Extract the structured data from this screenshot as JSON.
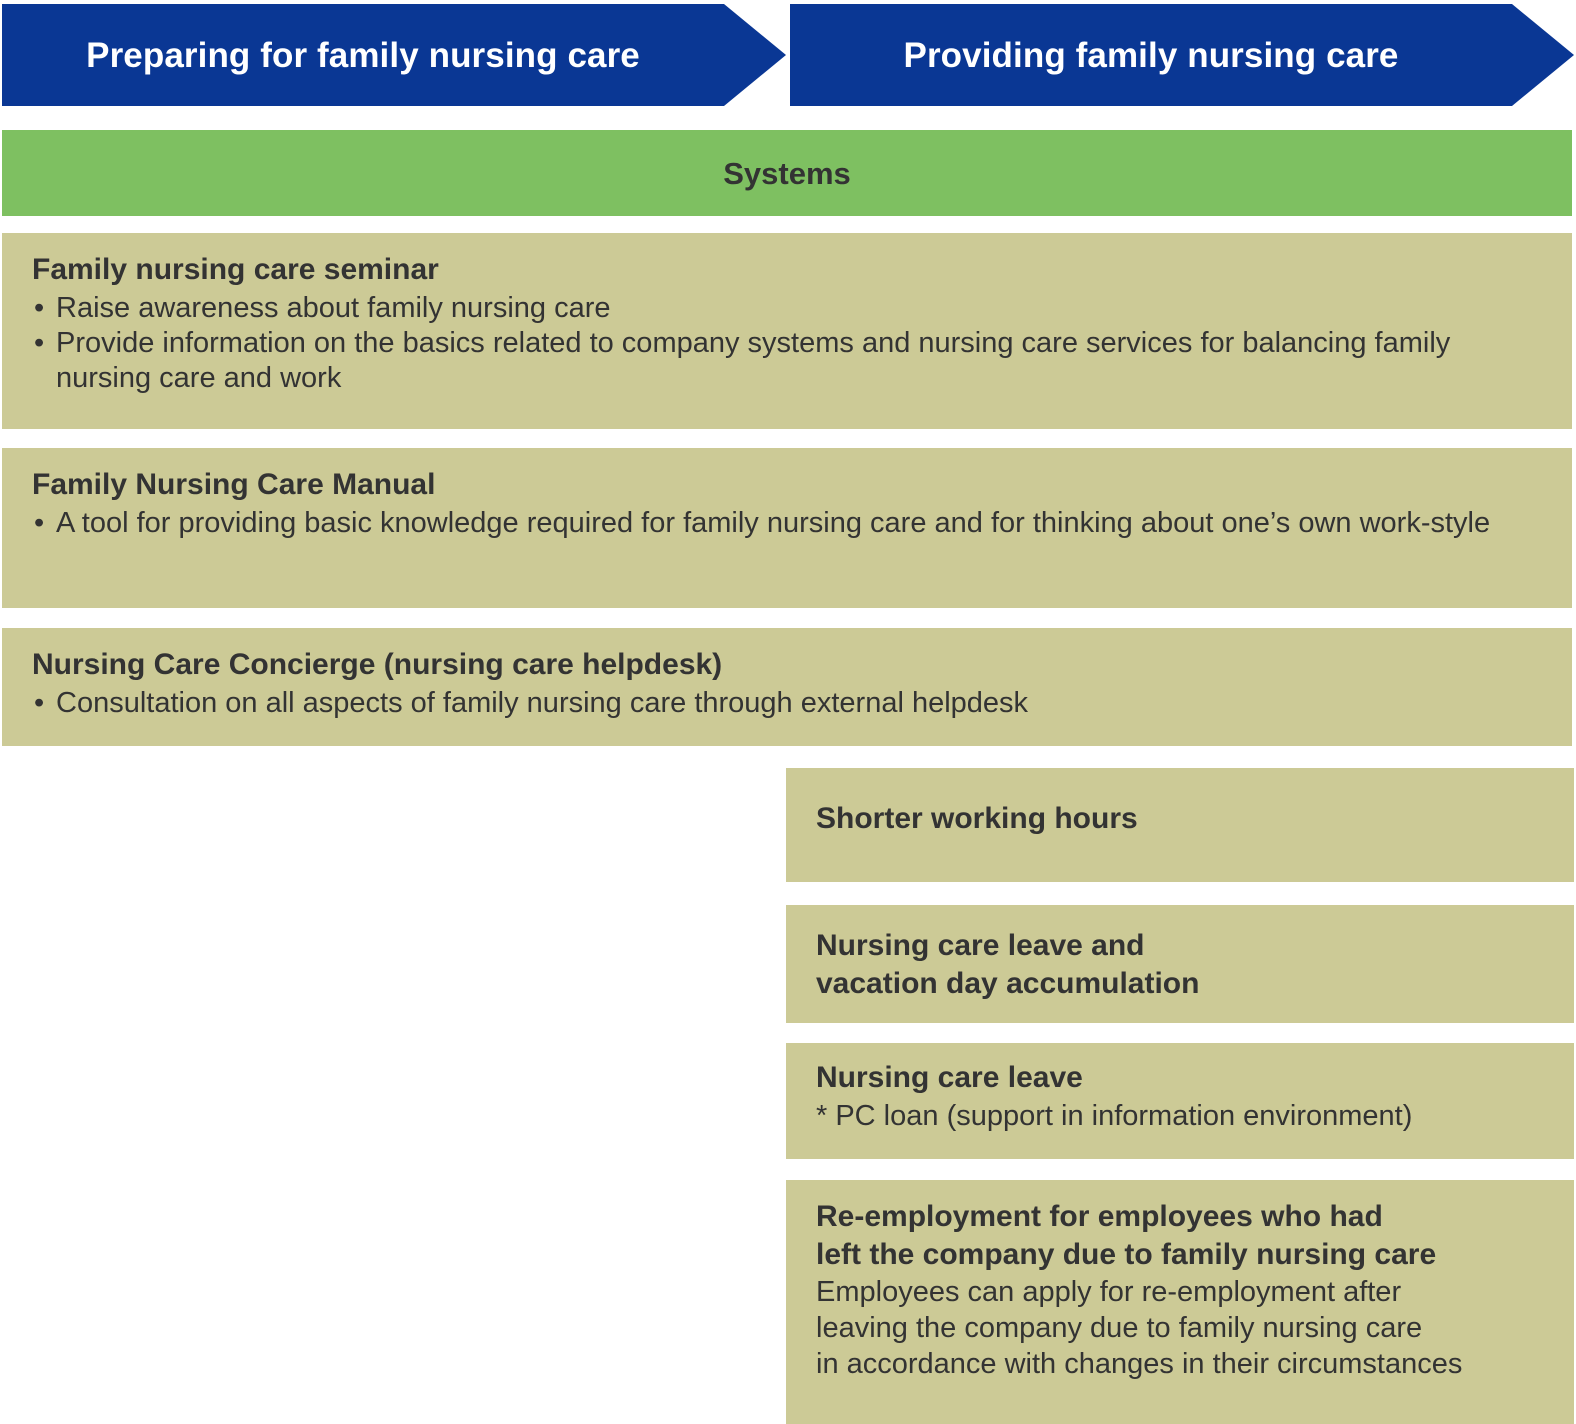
{
  "colors": {
    "phase_blue": "#0a3794",
    "systems_green": "#7ec061",
    "card_beige": "#ccca96",
    "text_dark": "#333333",
    "phase_text": "#ffffff"
  },
  "phases": [
    {
      "label": "Preparing for family nursing care"
    },
    {
      "label": "Providing family nursing care"
    }
  ],
  "band": {
    "label": "Systems"
  },
  "cards": {
    "seminar": {
      "title": "Family nursing care seminar",
      "bullets": [
        "Raise awareness about family nursing care",
        "Provide information on the basics related to company systems and nursing care services for balancing family nursing care and work"
      ],
      "bullet_glyph": "•"
    },
    "manual": {
      "title": "Family Nursing Care Manual",
      "bullets": [
        "A tool for providing basic knowledge required for family nursing care and for thinking about one’s own work-style"
      ],
      "bullet_glyph": "•"
    },
    "concierge": {
      "title": "Nursing Care Concierge (nursing care helpdesk)",
      "bullets": [
        "Consultation on all aspects of family nursing  care through external helpdesk"
      ],
      "bullet_glyph": "•"
    },
    "shorter_hours": {
      "title": "Shorter working hours"
    },
    "leave_vacation": {
      "title": "Nursing care leave and\nvacation day accumulation"
    },
    "nursing_leave": {
      "title": "Nursing care leave",
      "note": "* PC loan (support in information environment)"
    },
    "reemployment": {
      "title": "Re-employment for employees who had\nleft the company due to family nursing care",
      "body": "Employees can apply for re-employment after\nleaving the company due to family nursing care\nin accordance with changes in their circumstances"
    }
  }
}
